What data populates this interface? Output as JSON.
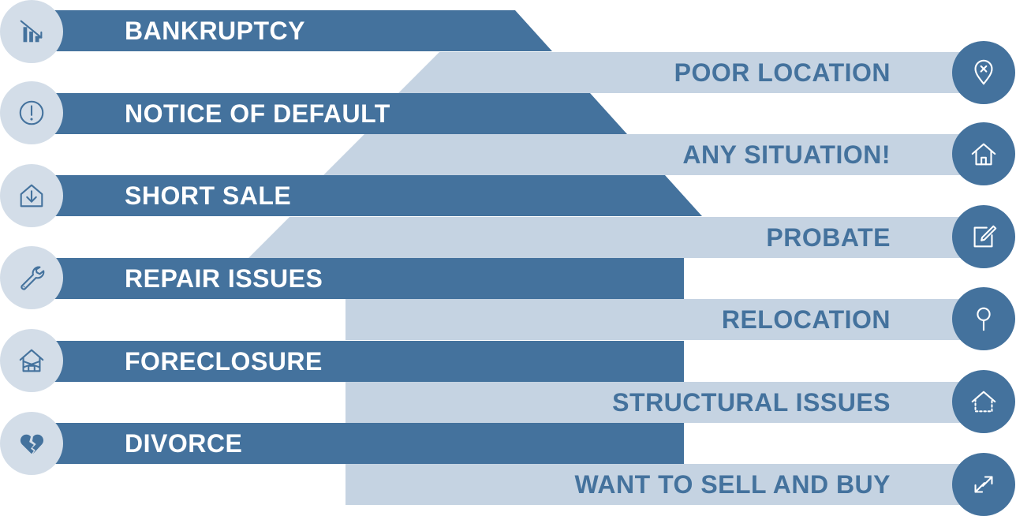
{
  "left_items": [
    {
      "label": "BANKRUPTCY",
      "icon": "bar-chart-down-icon"
    },
    {
      "label": "NOTICE OF DEFAULT",
      "icon": "exclamation-circle-icon"
    },
    {
      "label": "SHORT SALE",
      "icon": "house-download-icon"
    },
    {
      "label": "REPAIR ISSUES",
      "icon": "wrench-icon"
    },
    {
      "label": "FORECLOSURE",
      "icon": "house-taped-icon"
    },
    {
      "label": "DIVORCE",
      "icon": "broken-heart-icon"
    }
  ],
  "right_items": [
    {
      "label": "POOR LOCATION",
      "icon": "location-pin-x-icon"
    },
    {
      "label": "ANY SITUATION!",
      "icon": "house-icon"
    },
    {
      "label": "PROBATE",
      "icon": "edit-document-icon"
    },
    {
      "label": "RELOCATION",
      "icon": "map-pin-icon"
    },
    {
      "label": "STRUCTURAL ISSUES",
      "icon": "house-outline-icon"
    },
    {
      "label": "WANT TO SELL AND BUY",
      "icon": "swap-arrows-icon"
    }
  ],
  "colors": {
    "dark": "#44729d",
    "light": "#c5d3e2",
    "left_circle": "#d3dde8"
  }
}
